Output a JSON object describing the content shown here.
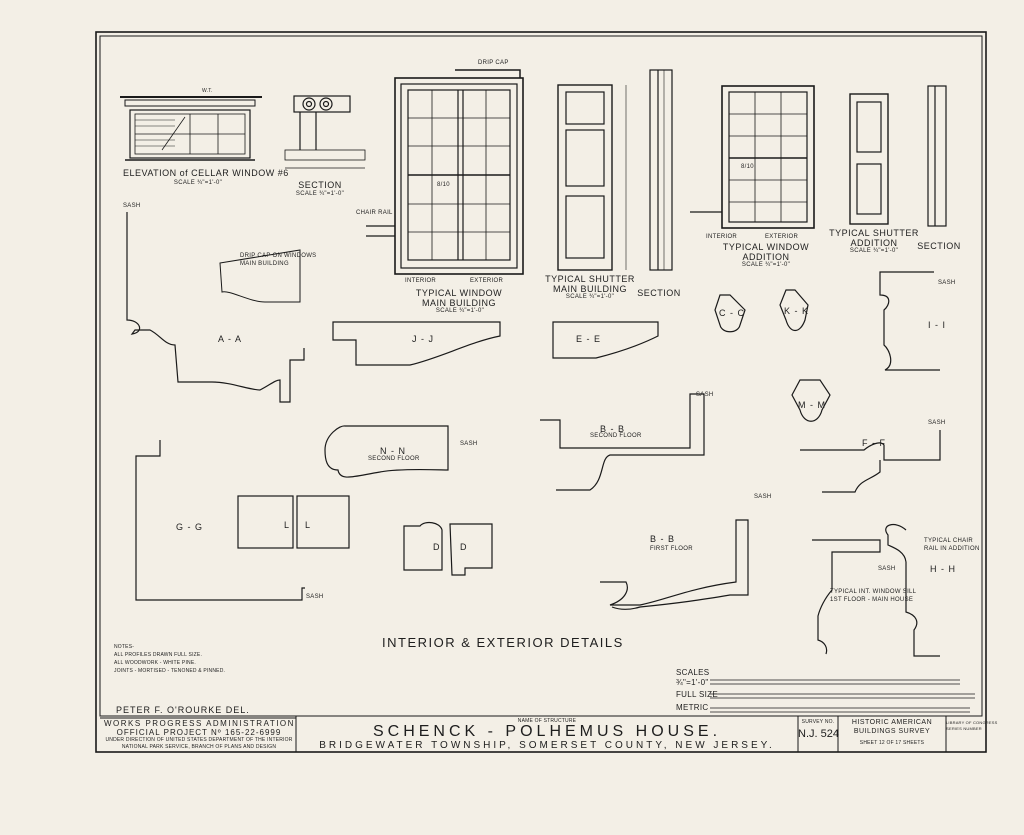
{
  "drawing": {
    "cellar_window": {
      "title": "ELEVATION of CELLAR WINDOW #6",
      "scale": "SCALE ¾\"=1'-0\"",
      "dim": "W.T."
    },
    "cellar_section": {
      "title": "SECTION",
      "scale": "SCALE ¾\"=1'-0\""
    },
    "main_window": {
      "title": "TYPICAL WINDOW",
      "title2": "MAIN BUILDING",
      "scale": "SCALE ¾\"=1'-0\"",
      "drip_cap": "DRIP CAP",
      "chair_rail": "CHAIR RAIL",
      "interior": "INTERIOR",
      "exterior": "EXTERIOR",
      "pane": "8/10"
    },
    "main_shutter": {
      "title": "TYPICAL SHUTTER",
      "title2": "MAIN BUILDING",
      "scale": "SCALE ¾\"=1'-0\"",
      "section": "SECTION"
    },
    "addition_window": {
      "title": "TYPICAL WINDOW",
      "title2": "ADDITION",
      "scale": "SCALE ¾\"=1'-0\"",
      "interior": "INTERIOR",
      "exterior": "EXTERIOR",
      "pane": "8/10"
    },
    "addition_shutter": {
      "title": "TYPICAL SHUTTER",
      "title2": "ADDITION",
      "scale": "SCALE ¾\"=1'-0\"",
      "section": "SECTION"
    },
    "profiles": {
      "aa": "A - A",
      "jj": "J - J",
      "ee": "E - E",
      "cc": "C - C",
      "kk": "K - K",
      "ii": "I - I",
      "mm": "M - M",
      "nn": "N - N",
      "nn_sub": "SECOND FLOOR",
      "bb1": "B - B",
      "bb1_sub": "SECOND FLOOR",
      "ff": "F - F",
      "gg": "G - G",
      "l": "L",
      "d": "D",
      "bb2": "B - B",
      "bb2_sub": "FIRST FLOOR",
      "hh": "H - H",
      "hh_note": "TYPICAL CHAIR RAIL IN ADDITION",
      "sill_note": "TYPICAL INT. WINDOW SILL 1ST FLOOR - MAIN HOUSE",
      "drip_note": "DRIP CAP ON WINDOWS MAIN BUILDING",
      "sash": "SASH"
    },
    "main_title": "INTERIOR & EXTERIOR DETAILS",
    "notes": [
      "NOTES-",
      "ALL PROFILES DRAWN FULL SIZE.",
      "ALL WOODWORK - WHITE PINE.",
      "JOINTS - MORTISED - TENONED & PINNED."
    ],
    "scales": {
      "label": "SCALES",
      "s1": "¾\"=1'-0\"",
      "s2": "FULL SIZE",
      "s3": "METRIC"
    }
  },
  "title_block": {
    "delineator": "PETER F. O'ROURKE  DEL.",
    "wpa1": "WORKS PROGRESS ADMINISTRATION",
    "wpa2": "OFFICIAL PROJECT Nº 165-22-6999",
    "wpa3": "UNDER DIRECTION OF UNITED STATES DEPARTMENT OF THE INTERIOR",
    "wpa4": "NATIONAL PARK SERVICE, BRANCH OF PLANS AND DESIGN",
    "name_label": "NAME OF STRUCTURE",
    "structure": "SCHENCK - POLHEMUS HOUSE.",
    "location": "BRIDGEWATER TOWNSHIP, SOMERSET COUNTY, NEW JERSEY.",
    "survey_label": "SURVEY NO.",
    "survey_no": "N.J. 524",
    "habs1": "HISTORIC AMERICAN",
    "habs2": "BUILDINGS SURVEY",
    "sheet": "SHEET 12 OF 17 SHEETS",
    "loc1": "LIBRARY OF CONGRESS",
    "loc2": "SERIES NUMBER"
  }
}
